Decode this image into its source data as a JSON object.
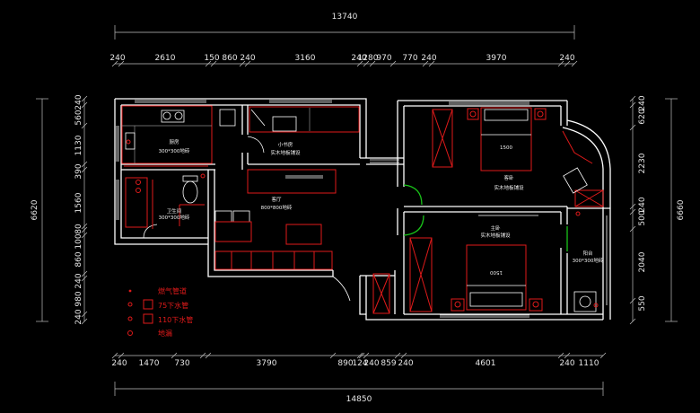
{
  "dimensions": {
    "top_total": "13740",
    "top_segments": [
      "240",
      "2610",
      "150",
      "860",
      "240",
      "3160",
      "240",
      "1280",
      "970",
      "770",
      "240",
      "3970",
      "240"
    ],
    "bottom_segments": [
      "240",
      "1470",
      "730",
      "3790",
      "890",
      "124",
      "240",
      "859",
      "240",
      "4601",
      "240",
      "1110"
    ],
    "bottom_total": "14850",
    "left_segments": [
      "240",
      "560",
      "1130",
      "390",
      "1560",
      "80",
      "100",
      "860",
      "240",
      "980",
      "240"
    ],
    "left_total": "6620",
    "right_segments": [
      "240",
      "620",
      "2230",
      "240",
      "500",
      "2040",
      "550"
    ],
    "right_total": "6660"
  },
  "rooms": {
    "kitchen": {
      "name": "厨房",
      "spec": "300*300地砖"
    },
    "study": {
      "name": "小书房",
      "spec": "实木地板铺设"
    },
    "bath": {
      "name": "卫生间",
      "spec": "300*300地砖"
    },
    "living": {
      "name": "客厅",
      "spec": "800*800地砖"
    },
    "guest": {
      "name": "客卧",
      "spec": "实木地板铺设"
    },
    "master": {
      "name": "主卧",
      "spec": "实木地板铺设"
    },
    "balcony": {
      "name": "阳台",
      "spec": "300*300地砖"
    }
  },
  "beds": {
    "guest": "1500",
    "master": "1500"
  },
  "legend": [
    {
      "symbol": "•",
      "label": "燃气管道"
    },
    {
      "symbol": "○",
      "label": "75下水管"
    },
    {
      "symbol": "○",
      "label": "110下水管"
    },
    {
      "symbol": "⊕",
      "label": "地漏"
    }
  ],
  "colors": {
    "wall": "#ffffff",
    "annotation": "#e01a1a",
    "door": "#19c419",
    "background": "#000000"
  }
}
